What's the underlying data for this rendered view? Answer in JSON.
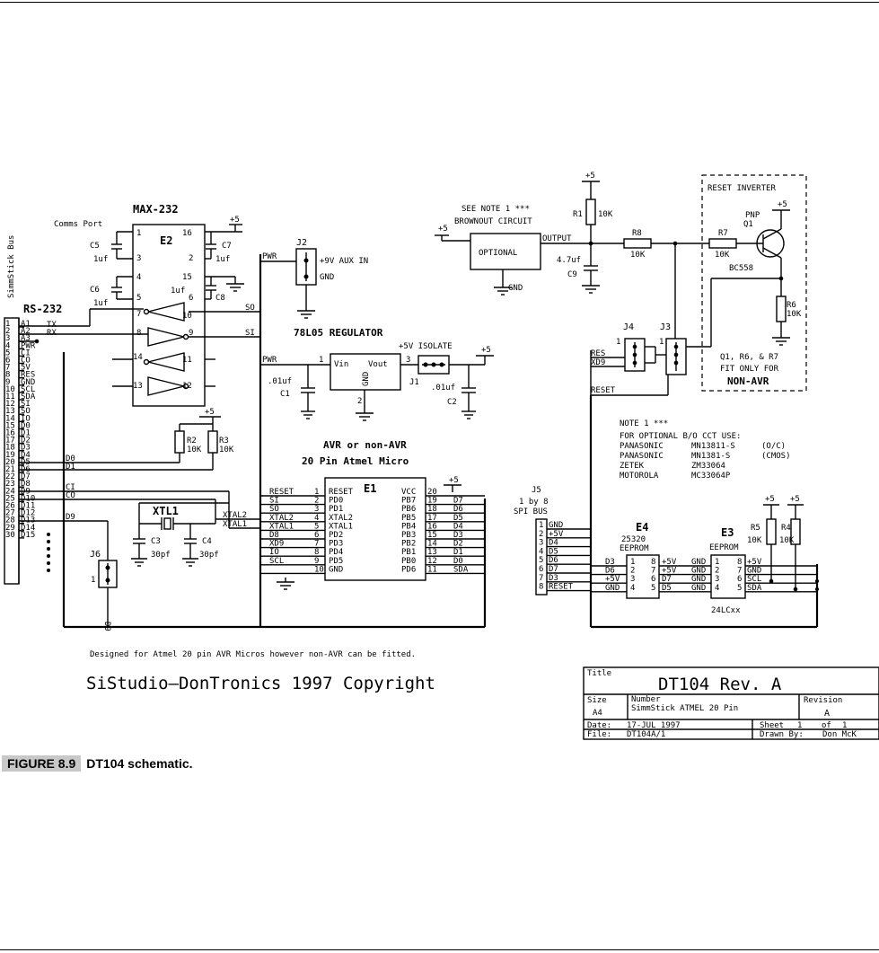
{
  "caption": {
    "figure_label": "FIGURE 8.9",
    "text": "DT104 schematic."
  },
  "bus": {
    "label": "SimmStick Bus",
    "connector_label": "RS-232",
    "pins": [
      {
        "num": "1",
        "sig": "A1"
      },
      {
        "num": "2",
        "sig": "A2"
      },
      {
        "num": "3",
        "sig": "A3"
      },
      {
        "num": "4",
        "sig": "PWR"
      },
      {
        "num": "5",
        "sig": "CI"
      },
      {
        "num": "6",
        "sig": "CO"
      },
      {
        "num": "7",
        "sig": "5V"
      },
      {
        "num": "8",
        "sig": "RES"
      },
      {
        "num": "9",
        "sig": "GND"
      },
      {
        "num": "10",
        "sig": "SCL"
      },
      {
        "num": "11",
        "sig": "SDA"
      },
      {
        "num": "12",
        "sig": "SI"
      },
      {
        "num": "13",
        "sig": "SO"
      },
      {
        "num": "14",
        "sig": "IO"
      },
      {
        "num": "15",
        "sig": "D0"
      },
      {
        "num": "16",
        "sig": "D1"
      },
      {
        "num": "17",
        "sig": "D2"
      },
      {
        "num": "18",
        "sig": "D3"
      },
      {
        "num": "19",
        "sig": "D4"
      },
      {
        "num": "20",
        "sig": "D5"
      },
      {
        "num": "21",
        "sig": "D6"
      },
      {
        "num": "22",
        "sig": "D7"
      },
      {
        "num": "23",
        "sig": "D8"
      },
      {
        "num": "24",
        "sig": "D9"
      },
      {
        "num": "25",
        "sig": "D10"
      },
      {
        "num": "26",
        "sig": "D11"
      },
      {
        "num": "27",
        "sig": "D12"
      },
      {
        "num": "28",
        "sig": "D13"
      },
      {
        "num": "29",
        "sig": "D14"
      },
      {
        "num": "30",
        "sig": "D15"
      }
    ],
    "tx": "TX",
    "rx": "RX"
  },
  "net_labels": {
    "d0": "D0",
    "d1": "D1",
    "ci": "CI",
    "co": "CO",
    "d9": "D9",
    "so": "SO",
    "si": "SI",
    "pwr": "PWR",
    "reset": "RESET",
    "res": "RES",
    "xtal1": "XTAL1",
    "xtal2": "XTAL2",
    "plus5": "+5",
    "gnd": "GND",
    "output": "OUTPUT"
  },
  "max232": {
    "title": "MAX-232",
    "ref": "E2",
    "comms_port": "Comms Port",
    "pins_left": [
      "1",
      "3",
      "4",
      "5",
      "7",
      "8",
      "14",
      "13"
    ],
    "pins_right": [
      "16",
      "2",
      "15",
      "6",
      "10",
      "9",
      "11",
      "12"
    ],
    "c5": "C5",
    "c5v": "1uf",
    "c6": "C6",
    "c6v": "1uf",
    "c7": "C7",
    "c7v": "1uf",
    "c8": "C8",
    "c8v": "1uf"
  },
  "resistors": {
    "r2": "R2",
    "r2v": "10K",
    "r3": "R3",
    "r3v": "10K",
    "r1": "R1",
    "r1v": "10K",
    "r8": "R8",
    "r8v": "10K",
    "r7": "R7",
    "r7v": "10K",
    "r6": "R6",
    "r6v": "10K",
    "r5": "R5",
    "r5v": "10K",
    "r4": "R4",
    "r4v": "10K"
  },
  "xtal": {
    "ref": "XTL1",
    "c3": "C3",
    "c3v": "30pf",
    "c4": "C4",
    "c4v": "30pf"
  },
  "j6": {
    "ref": "J6",
    "pin1": "1",
    "net": "D9"
  },
  "j2": {
    "ref": "J2",
    "label_aux": "+9V AUX IN",
    "label_gnd": "GND"
  },
  "regulator": {
    "title": "78L05 REGULATOR",
    "vin": "Vin",
    "vout": "Vout",
    "gnd": "GND",
    "pin1": "1",
    "pin2": "2",
    "pin3": "3",
    "c1": "C1",
    "c1v": ".01uf",
    "c2": "C2",
    "c2v": ".01uf",
    "j1": "J1",
    "isolate": "+5V ISOLATE"
  },
  "micro": {
    "heading1": "AVR or non-AVR",
    "heading2": "20 Pin Atmel Micro",
    "ref": "E1",
    "left_nets": [
      "RESET",
      "SI",
      "SO",
      "XTAL2",
      "XTAL1",
      "D8",
      "XD9",
      "IO",
      "SCL"
    ],
    "left_pins": [
      "1",
      "2",
      "3",
      "4",
      "5",
      "6",
      "7",
      "8",
      "9",
      "10"
    ],
    "left_names": [
      "RESET",
      "PD0",
      "PD1",
      "XTAL2",
      "XTAL1",
      "PD2",
      "PD3",
      "PD4",
      "PD5",
      "GND"
    ],
    "right_pins": [
      "20",
      "19",
      "18",
      "17",
      "16",
      "15",
      "14",
      "13",
      "12",
      "11"
    ],
    "right_names": [
      "VCC",
      "PB7",
      "PB6",
      "PB5",
      "PB4",
      "PB3",
      "PB2",
      "PB1",
      "PB0",
      "PD6"
    ],
    "right_nets": [
      "+5",
      "D7",
      "D6",
      "D5",
      "D4",
      "D3",
      "D2",
      "D1",
      "D0",
      "SDA"
    ]
  },
  "brownout": {
    "note": "SEE NOTE 1 ***",
    "title": "BROWNOUT CIRCUIT",
    "optional": "OPTIONAL",
    "c9": "C9",
    "c9v": "4.7uf"
  },
  "inverter": {
    "title": "RESET INVERTER",
    "pnp": "PNP",
    "q1": "Q1",
    "part": "BC558",
    "fit1": "Q1, R6, & R7",
    "fit2": "FIT ONLY FOR",
    "fit3": "NON-AVR"
  },
  "jumpers": {
    "j4": "J4",
    "j3": "J3",
    "j4_res": "RES",
    "j4_xd9": "XD9",
    "j3_pin1": "1",
    "j4_pin1": "1"
  },
  "note1": {
    "title": "NOTE 1 ***",
    "line": "FOR OPTIONAL B/O CCT USE:",
    "rows": [
      {
        "maker": "PANASONIC",
        "part": "MN13811-S",
        "type": "(O/C)"
      },
      {
        "maker": "PANASONIC",
        "part": "MN1381-S",
        "type": "(CMOS)"
      },
      {
        "maker": "ZETEK",
        "part": "ZM33064",
        "type": ""
      },
      {
        "maker": "MOTOROLA",
        "part": "MC33064P",
        "type": ""
      }
    ]
  },
  "j5": {
    "ref": "J5",
    "sub1": "1 by 8",
    "sub2": "SPI BUS",
    "pins": [
      "1",
      "2",
      "3",
      "4",
      "5",
      "6",
      "7",
      "8"
    ],
    "nets": [
      "GND",
      "+5V",
      "D4",
      "D5",
      "D6",
      "D7",
      "D3",
      "RESET"
    ]
  },
  "e4": {
    "ref": "E4",
    "part": "25320",
    "type": "EEPROM",
    "left_nets": [
      "D3",
      "D6",
      "+5V",
      "GND"
    ],
    "left_pins": [
      "1",
      "2",
      "3",
      "4"
    ],
    "right_pins": [
      "8",
      "7",
      "6",
      "5"
    ],
    "right_nets": [
      "+5V",
      "+5V",
      "D7",
      "D5"
    ]
  },
  "e3": {
    "ref": "E3",
    "type": "EEPROM",
    "part": "24LCxx",
    "left_nets": [
      "GND",
      "GND",
      "GND",
      "GND"
    ],
    "left_pins": [
      "1",
      "2",
      "3",
      "4"
    ],
    "right_pins": [
      "8",
      "7",
      "6",
      "5"
    ],
    "right_nets": [
      "+5V",
      "GND",
      "SCL",
      "SDA"
    ]
  },
  "footer": {
    "designed": "Designed for Atmel 20 pin AVR Micros however non-AVR can be fitted.",
    "copyright": "SiStudio—DonTronics 1997 Copyright"
  },
  "title_block": {
    "title_label": "Title",
    "title": "DT104 Rev. A",
    "size_label": "Size",
    "size": "A4",
    "number_label": "Number",
    "number": "SimmStick ATMEL 20 Pin",
    "revision_label": "Revision",
    "revision": "A",
    "date_label": "Date:",
    "date": "17-JUL 1997",
    "sheet_label": "Sheet",
    "sheet": "1",
    "of_label": "of",
    "of": "1",
    "file_label": "File:",
    "file": "DT104A/1",
    "drawn_label": "Drawn By:",
    "drawn": "Don McK"
  }
}
